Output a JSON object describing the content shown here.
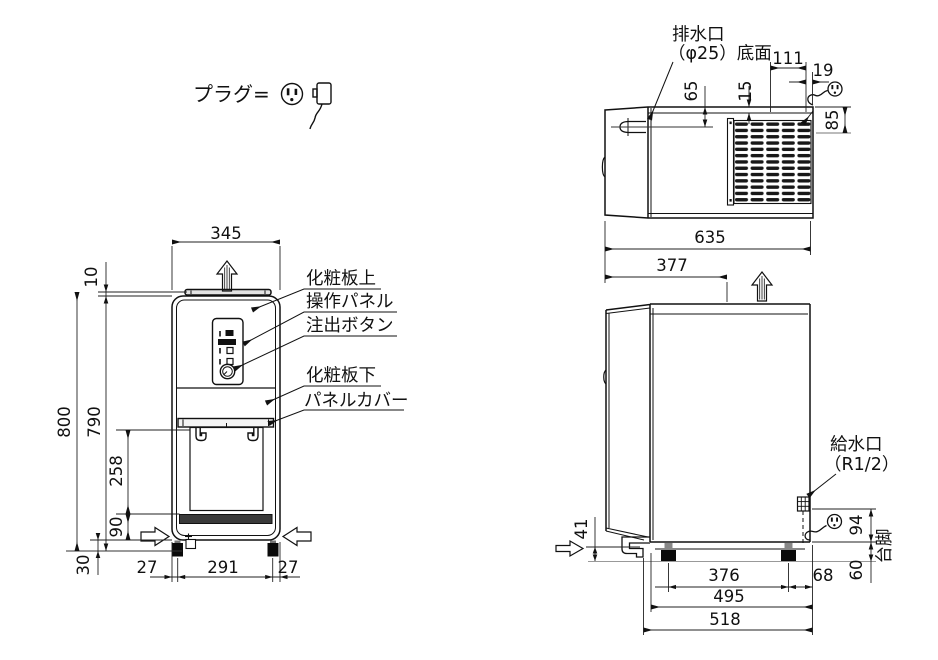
{
  "plug_legend": {
    "label": "プラグ="
  },
  "front_view": {
    "labels": {
      "top_panel": "化粧板上",
      "operation_panel": "操作パネル",
      "dispense_button": "注出ボタン",
      "bottom_panel": "化粧板下",
      "panel_cover": "パネルカバー"
    },
    "dims": {
      "width": "345",
      "cap_height": "10",
      "overall_height": "800",
      "body_height": "790",
      "spout_clearance": "258",
      "base_height": "90",
      "foot_height": "30",
      "left_offset": "27",
      "foot_pitch": "291",
      "right_offset": "27"
    }
  },
  "top_view": {
    "labels": {
      "drain_line1": "排水口",
      "drain_line2": "（φ25）底面"
    },
    "dims": {
      "drain_offset": "65",
      "rim": "15",
      "cord_x": "111",
      "cord_edge": "19",
      "cord_y": "85"
    }
  },
  "side_view": {
    "labels": {
      "inlet_line1": "給水口",
      "inlet_line2": "（R1/2）",
      "legs": "台脚"
    },
    "dims": {
      "depth": "635",
      "top_depth": "377",
      "spout_floor": "41",
      "inlet_height": "94",
      "leg_height": "60",
      "rear_offset": "68",
      "foot_pitch": "376",
      "base_depth": "495",
      "overall_depth": "518"
    }
  }
}
